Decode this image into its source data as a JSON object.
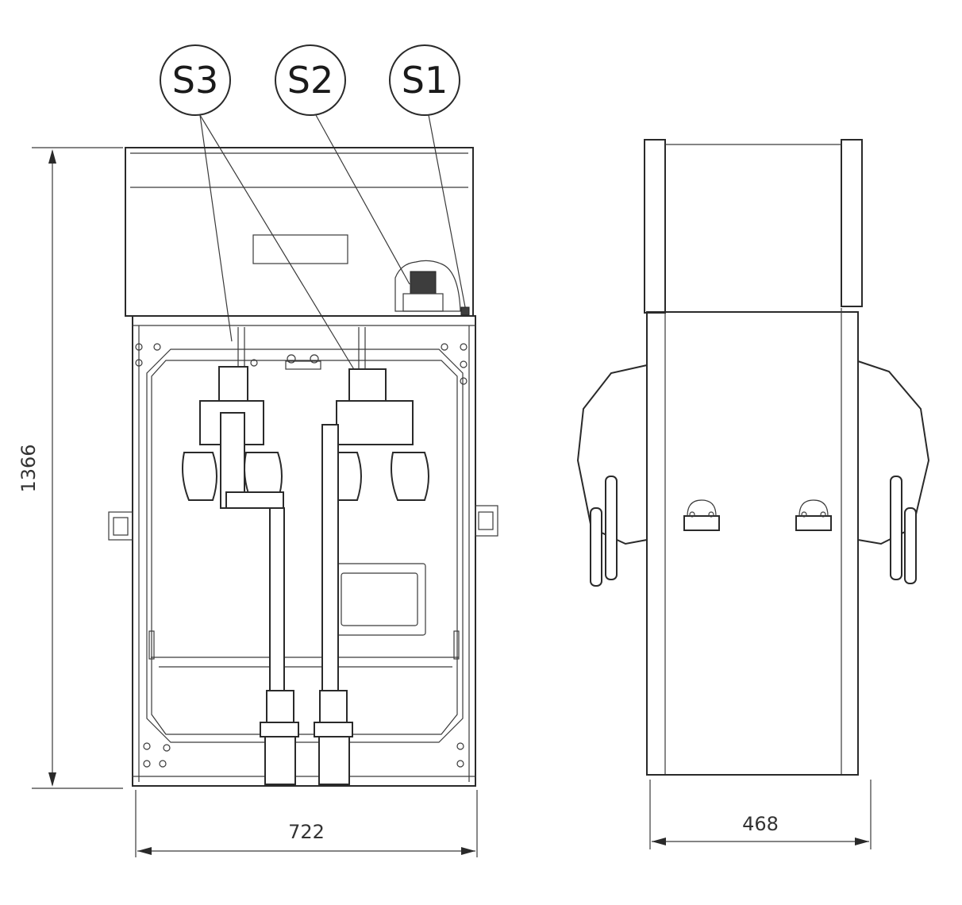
{
  "callouts": [
    {
      "label": "S3"
    },
    {
      "label": "S2"
    },
    {
      "label": "S1"
    }
  ],
  "dimensions": {
    "height": "1366",
    "front_width": "722",
    "side_width": "468"
  }
}
